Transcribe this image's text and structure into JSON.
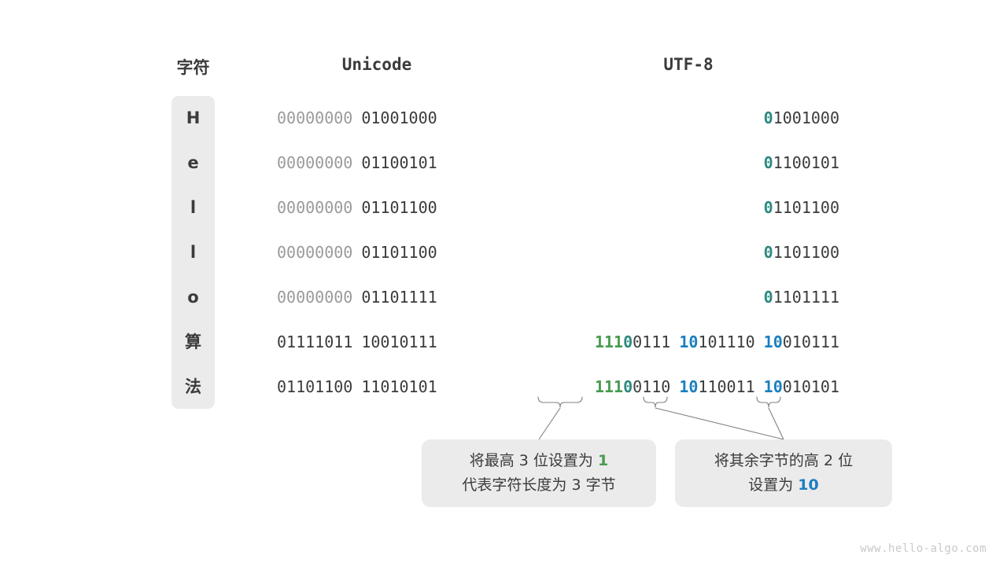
{
  "headers": {
    "character": "字符",
    "unicode": "Unicode",
    "utf8": "UTF-8"
  },
  "colors": {
    "green": "#479a4f",
    "blue": "#1a7fc1",
    "teal": "#2d8a80",
    "dark": "#3b3b3b",
    "dim": "#9a9a9a",
    "panel": "#ebebeb",
    "background": "#ffffff"
  },
  "rows": [
    {
      "char": "H",
      "unicode": [
        {
          "text": "00000000",
          "style": "dim"
        },
        {
          "text": "01001000",
          "style": "dark"
        }
      ],
      "utf8": [
        {
          "text": "0",
          "style": "teal"
        },
        {
          "text": "1001000",
          "style": "dark"
        }
      ]
    },
    {
      "char": "e",
      "unicode": [
        {
          "text": "00000000",
          "style": "dim"
        },
        {
          "text": "01100101",
          "style": "dark"
        }
      ],
      "utf8": [
        {
          "text": "0",
          "style": "teal"
        },
        {
          "text": "1100101",
          "style": "dark"
        }
      ]
    },
    {
      "char": "l",
      "unicode": [
        {
          "text": "00000000",
          "style": "dim"
        },
        {
          "text": "01101100",
          "style": "dark"
        }
      ],
      "utf8": [
        {
          "text": "0",
          "style": "teal"
        },
        {
          "text": "1101100",
          "style": "dark"
        }
      ]
    },
    {
      "char": "l",
      "unicode": [
        {
          "text": "00000000",
          "style": "dim"
        },
        {
          "text": "01101100",
          "style": "dark"
        }
      ],
      "utf8": [
        {
          "text": "0",
          "style": "teal"
        },
        {
          "text": "1101100",
          "style": "dark"
        }
      ]
    },
    {
      "char": "o",
      "unicode": [
        {
          "text": "00000000",
          "style": "dim"
        },
        {
          "text": "01101111",
          "style": "dark"
        }
      ],
      "utf8": [
        {
          "text": "0",
          "style": "teal"
        },
        {
          "text": "1101111",
          "style": "dark"
        }
      ]
    },
    {
      "char": "算",
      "unicode": [
        {
          "text": "01111011",
          "style": "dark"
        },
        {
          "text": "10010111",
          "style": "dark"
        }
      ],
      "utf8": [
        {
          "text": "111",
          "style": "green"
        },
        {
          "text": "0",
          "style": "teal"
        },
        {
          "text": "0111",
          "style": "dark"
        },
        {
          "text": " ",
          "style": "space"
        },
        {
          "text": "10",
          "style": "blue"
        },
        {
          "text": "101110",
          "style": "dark"
        },
        {
          "text": " ",
          "style": "space"
        },
        {
          "text": "10",
          "style": "blue"
        },
        {
          "text": "010111",
          "style": "dark"
        }
      ]
    },
    {
      "char": "法",
      "unicode": [
        {
          "text": "01101100",
          "style": "dark"
        },
        {
          "text": "11010101",
          "style": "dark"
        }
      ],
      "utf8": [
        {
          "text": "111",
          "style": "green"
        },
        {
          "text": "0",
          "style": "teal"
        },
        {
          "text": "0110",
          "style": "dark"
        },
        {
          "text": " ",
          "style": "space"
        },
        {
          "text": "10",
          "style": "blue"
        },
        {
          "text": "110011",
          "style": "dark"
        },
        {
          "text": " ",
          "style": "space"
        },
        {
          "text": "10",
          "style": "blue"
        },
        {
          "text": "010101",
          "style": "dark"
        }
      ]
    }
  ],
  "callouts": {
    "left": {
      "line1_before": "将最高 3 位设置为 ",
      "line1_highlight": "1",
      "line1_highlight_color": "green",
      "line2": "代表字符长度为 3 字节"
    },
    "right": {
      "line1": "将其余字节的高 2 位",
      "line2_before": "设置为 ",
      "line2_highlight": "10",
      "line2_highlight_color": "blue"
    }
  },
  "watermark": "www.hello-algo.com"
}
